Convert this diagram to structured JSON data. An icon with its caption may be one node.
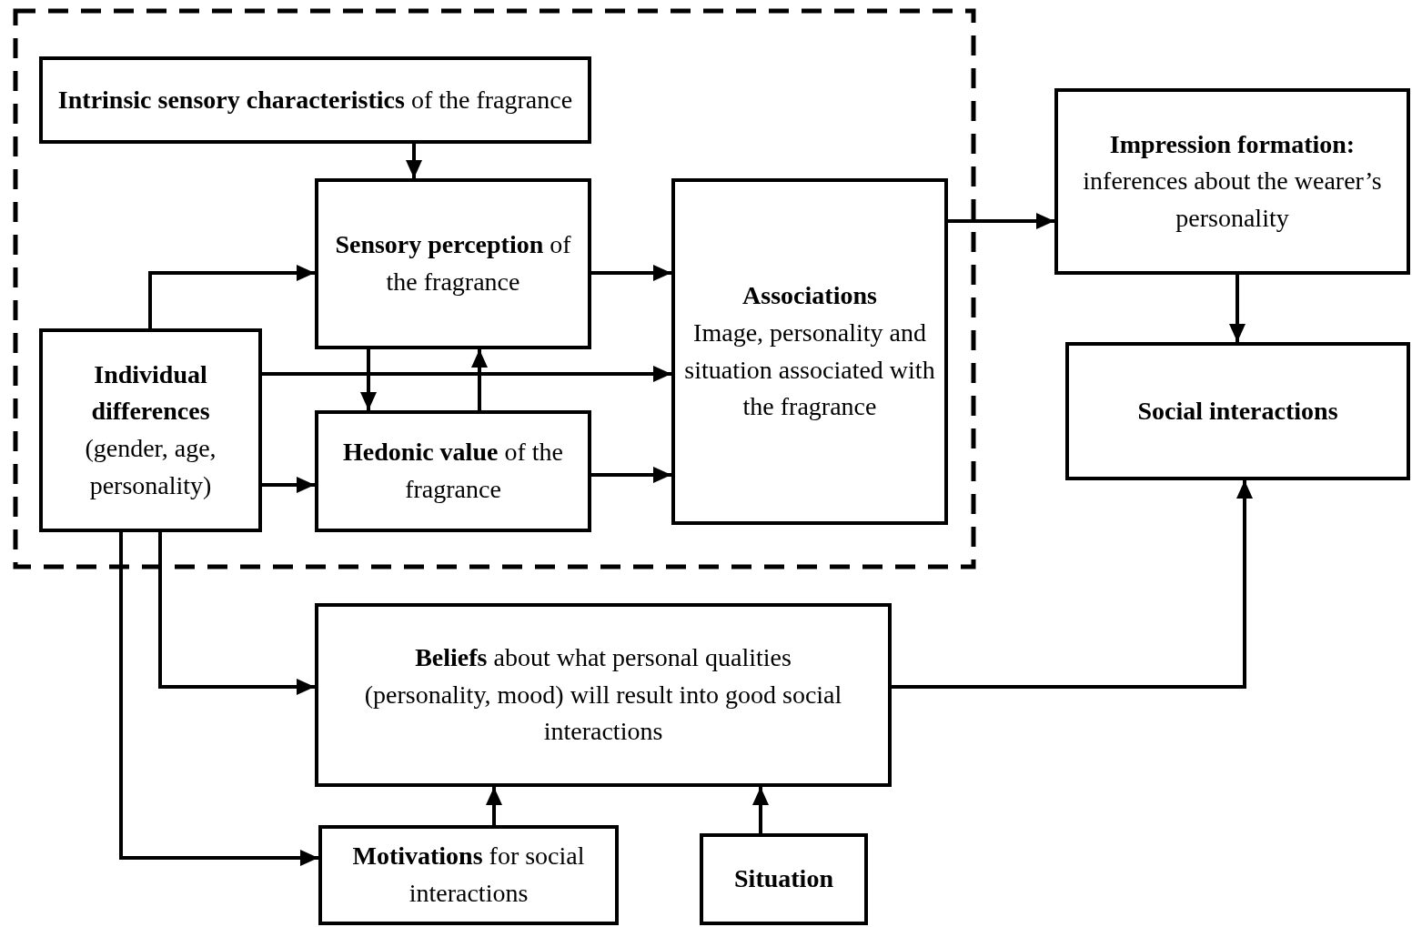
{
  "diagram": {
    "nodes": [
      {
        "text": [
          "**Intrinsic sensory characteristics** of the fragrance"
        ]
      },
      {
        "text": [
          "**Sensory perception** of the fragrance"
        ]
      },
      {
        "text": [
          "**Hedonic value** of the fragrance"
        ]
      },
      {
        "text": [
          "**Individual differences** (gender, age, personality)"
        ]
      },
      {
        "text": [
          "Associations",
          "Image, personality and situation associated with the fragrance"
        ]
      },
      {
        "text": [
          "**Impression formation:** inferences about the wearer’s personality"
        ]
      },
      {
        "text": [
          "Social interactions"
        ]
      },
      {
        "text": [
          "**Beliefs** about what personal qualities (personality, mood) will result into good social interactions"
        ]
      },
      {
        "text": [
          "**Motivations** for social interactions"
        ]
      },
      {
        "text": [
          "Situation"
        ]
      }
    ],
    "edges": [
      {
        "from": 0,
        "to": 1,
        "arrow": "to"
      },
      {
        "from": 3,
        "to": 1,
        "arrow": "to"
      },
      {
        "from": 1,
        "to": 4,
        "arrow": "to"
      },
      {
        "from": 3,
        "to": 4,
        "arrow": "to"
      },
      {
        "from": 1,
        "to": 2,
        "arrow": "to"
      },
      {
        "from": 2,
        "to": 1,
        "arrow": "to"
      },
      {
        "from": 3,
        "to": 2,
        "arrow": "to"
      },
      {
        "from": 2,
        "to": 4,
        "arrow": "to"
      },
      {
        "from": 4,
        "to": 5,
        "arrow": "to"
      },
      {
        "from": 5,
        "to": 6,
        "arrow": "to"
      },
      {
        "from": 7,
        "to": 6,
        "arrow": "to"
      },
      {
        "from": 3,
        "to": 7,
        "arrow": "to"
      },
      {
        "from": 3,
        "to": 8,
        "arrow": "to"
      },
      {
        "from": 8,
        "to": 7,
        "arrow": "to"
      },
      {
        "from": 9,
        "to": 7,
        "arrow": "to"
      }
    ]
  }
}
